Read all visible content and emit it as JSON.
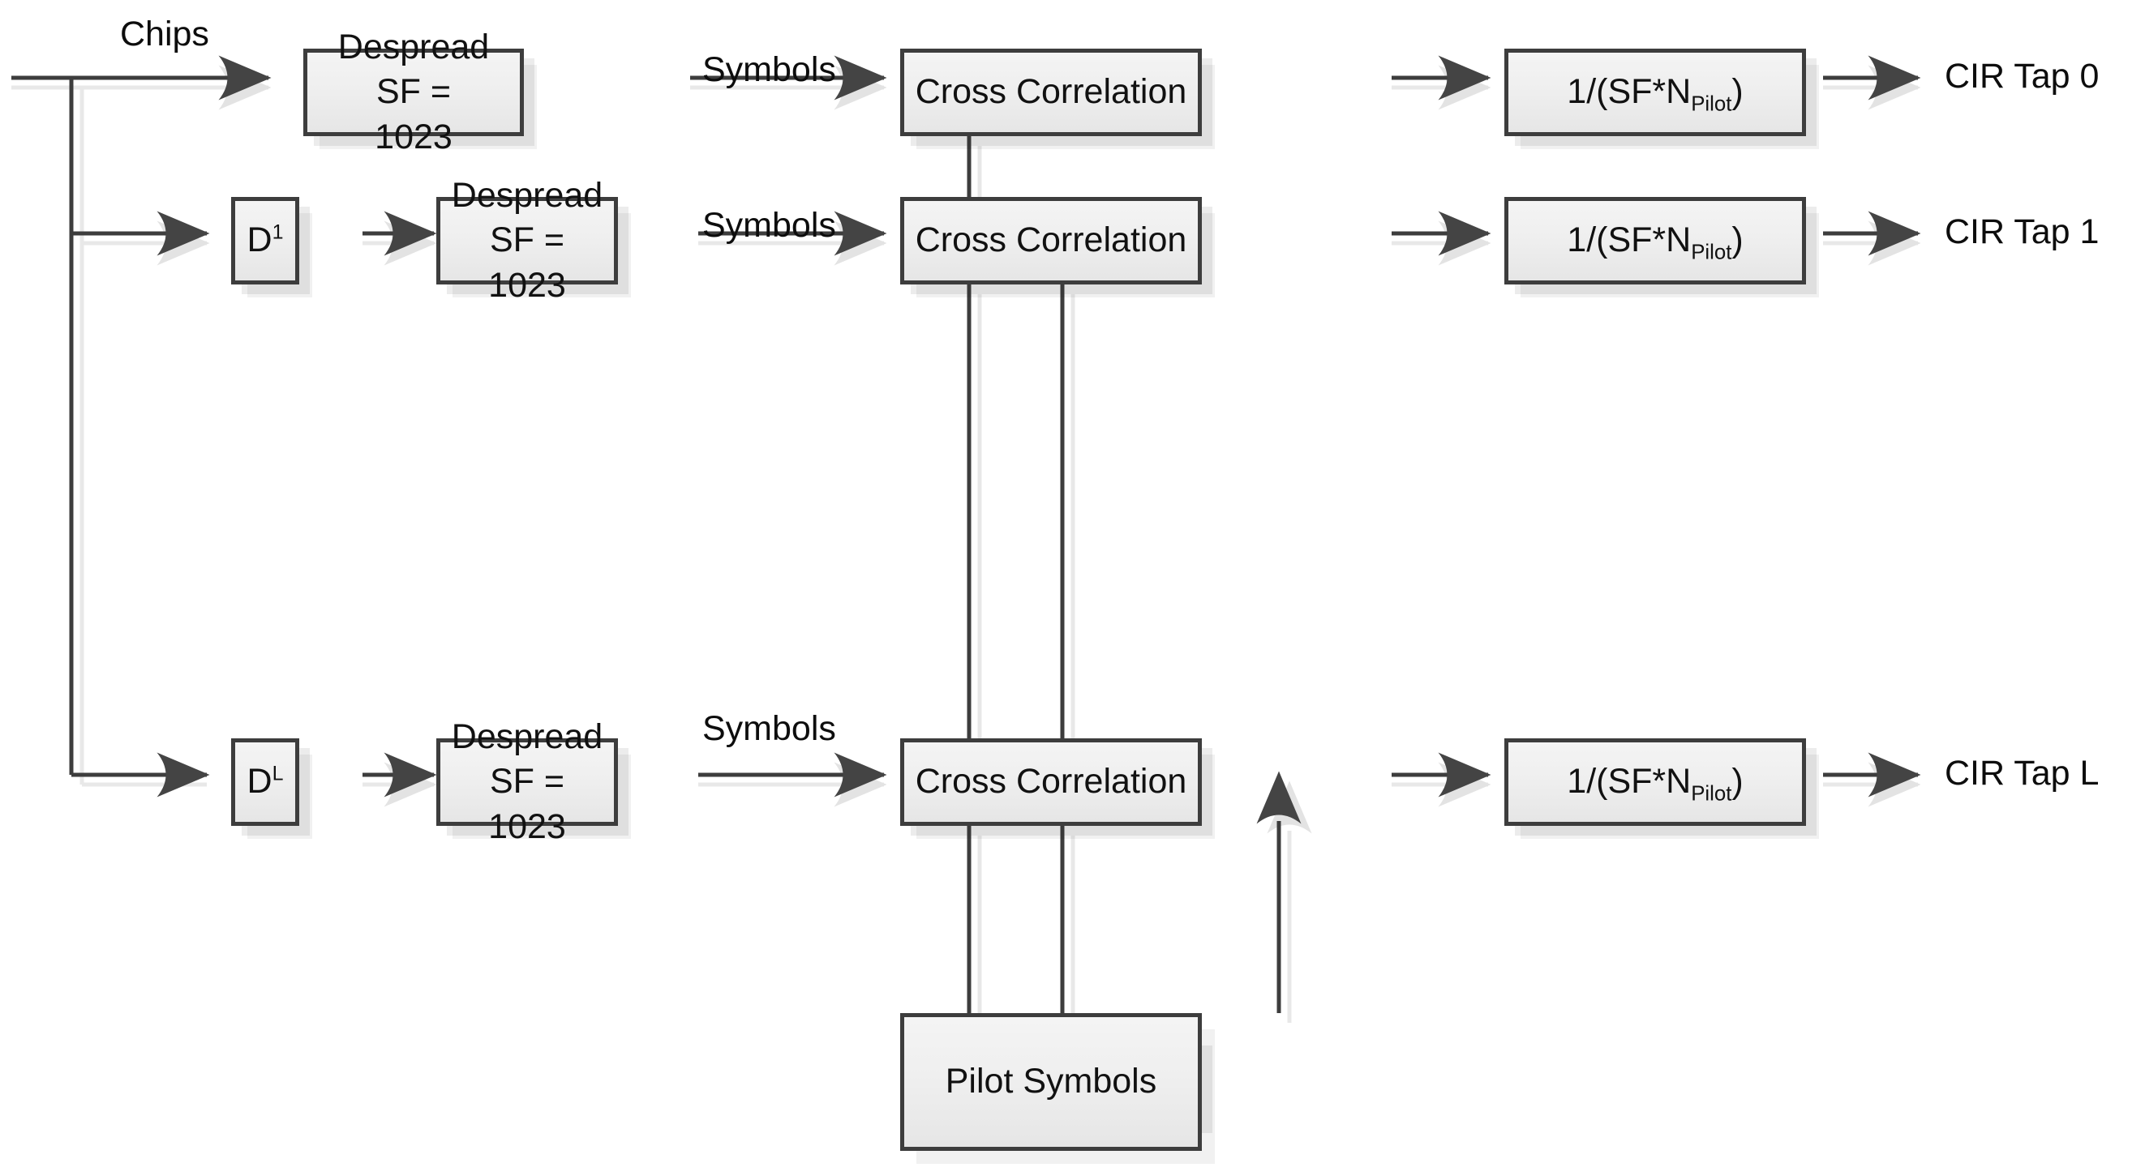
{
  "diagram": {
    "title": "CIR estimation block diagram",
    "colors": {
      "block_border": "#3d3d3d",
      "block_fill_top": "#f4f4f4",
      "block_fill_bottom": "#e6e6e6",
      "line": "#3d3d3d",
      "shadow": "#e8e8e8",
      "background": "#ffffff",
      "text": "#111111"
    },
    "labels": {
      "chips": "Chips",
      "symbols_row0": "Symbols",
      "symbols_row1": "Symbols",
      "symbols_row2": "Symbols",
      "cir_tap_0": "CIR Tap 0",
      "cir_tap_1": "CIR Tap 1",
      "cir_tap_L": "CIR Tap L"
    },
    "blocks": {
      "despread_0": {
        "line1": "Despread SF =",
        "line2": "1023"
      },
      "delay_1": {
        "base": "D",
        "exponent": "1"
      },
      "despread_1": {
        "line1": "Despread",
        "line2": "SF = 1023"
      },
      "delay_L": {
        "base": "D",
        "exponent": "L"
      },
      "despread_L": {
        "line1": "Despread",
        "line2": "SF = 1023"
      },
      "cross_correlation_0": {
        "text": "Cross Correlation"
      },
      "cross_correlation_1": {
        "text": "Cross Correlation"
      },
      "cross_correlation_L": {
        "text": "Cross Correlation"
      },
      "scale_0": {
        "prefix": "1/(SF*N",
        "subscript": "Pilot",
        "suffix": ")"
      },
      "scale_1": {
        "prefix": "1/(SF*N",
        "subscript": "Pilot",
        "suffix": ")"
      },
      "scale_L": {
        "prefix": "1/(SF*N",
        "subscript": "Pilot",
        "suffix": ")"
      },
      "pilot_symbols": {
        "text": "Pilot Symbols"
      }
    }
  }
}
